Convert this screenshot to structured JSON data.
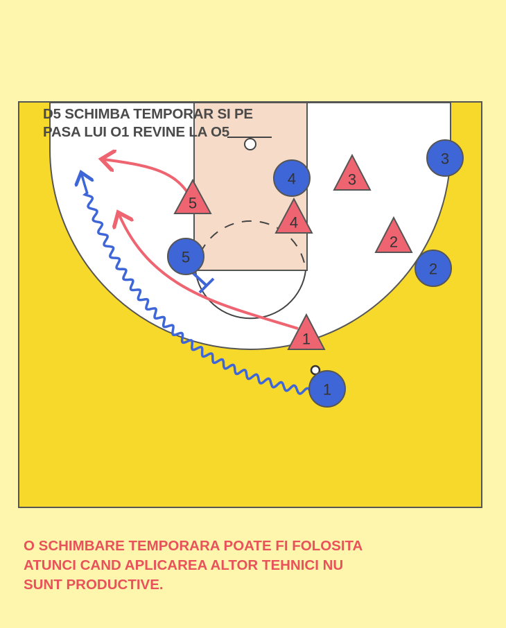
{
  "diagram": {
    "title_lines": [
      "D5 SCHIMBA TEMPORAR SI PE",
      "PASA LUI O1 REVINE LA O5"
    ],
    "note_lines": [
      "O SCHIMBARE TEMPORARA POATE FI FOLOSITA",
      "ATUNCI CAND APLICAREA ALTOR TEHNICI NU",
      "SUNT PRODUCTIVE."
    ],
    "offense_players": [
      "1",
      "2",
      "3",
      "4",
      "5"
    ],
    "defense_players": [
      "1",
      "2",
      "3",
      "4",
      "5"
    ],
    "colors": {
      "background": "#FFF6AE",
      "court": "#F7D92C",
      "paint": "#F6DCC8",
      "offense": "#3F66D6",
      "defense": "#EE6470",
      "note_text": "#E8525A"
    }
  }
}
